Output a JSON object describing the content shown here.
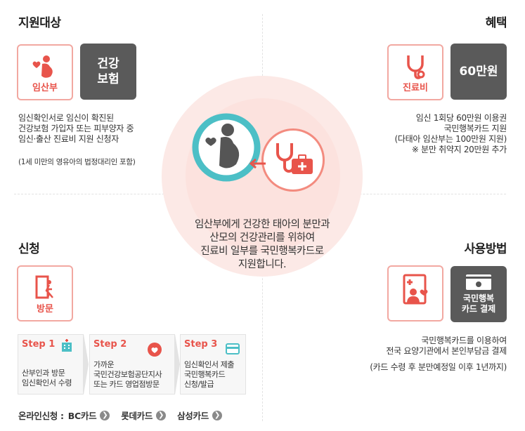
{
  "target": {
    "title": "지원대상",
    "icon_label": "임산부",
    "box_label": "건강\n보험",
    "description": "임신확인서로 임신이 확진된\n건강보험 가입자 또는 피부양자 중\n임신·출산 진료비 지원 신청자",
    "note": "(1세 미만의 영유아의 법정대리인 포함)"
  },
  "benefit": {
    "title": "혜택",
    "icon_label": "진료비",
    "box_label": "60만원",
    "description": "임신 1회당 60만원 이용권\n국민행복카드 지원\n(다태아 임산부는 100만원 지원)\n※ 분만 취약지 20만원 추가"
  },
  "center": {
    "text": "임산부에게 건강한 태아의 분만과\n산모의 건강관리를 위하여\n진료비 일부를 국민행복카드로\n지원합니다."
  },
  "apply": {
    "title": "신청",
    "icon_label": "방문",
    "steps": [
      {
        "label": "Step 1",
        "desc": "산부인과 방문\n임신확인서 수령"
      },
      {
        "label": "Step 2",
        "desc": "가까운\n국민건강보험공단지사\n또는 카드 영업점방문"
      },
      {
        "label": "Step 3",
        "desc": "임신확인서 제출\n국민행복카드\n신청/발급"
      }
    ],
    "online_label": "온라인신청 :",
    "cards": [
      "BC카드",
      "롯데카드",
      "삼성카드"
    ],
    "go_glyph": "❯"
  },
  "usage": {
    "title": "사용방법",
    "box_label": "국민행복\n카드 결제",
    "description": "국민행복카드를 이용하여\n전국 요양기관에서 본인부담금 결제",
    "note": "(카드 수령 후 분만예정일 이후 1년까지)"
  },
  "colors": {
    "accent": "#e8544b",
    "border": "#f2a8a1",
    "dark": "#5a5a5a",
    "teal": "#4cbfc6"
  }
}
